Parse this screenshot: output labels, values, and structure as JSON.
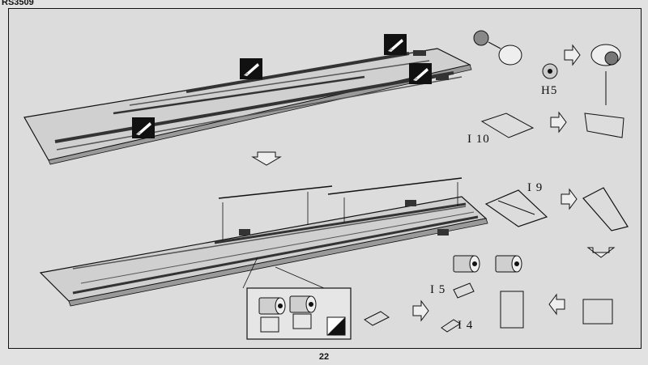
{
  "document": {
    "header_code": "RS3509",
    "page_number": "22"
  },
  "labels": {
    "h5": "H5",
    "i10": "I 10",
    "i9": "I 9",
    "i5": "I 5",
    "i4": "I 4"
  },
  "icons": [
    "paint-brush-icon",
    "arrow-right-icon",
    "arrow-down-icon",
    "arrow-left-icon",
    "flip-symbol-icon"
  ],
  "colors": {
    "line": "#111111",
    "paper": "#e2e2e2",
    "part_fill": "#cfcfcf",
    "stripe": "#444444"
  }
}
